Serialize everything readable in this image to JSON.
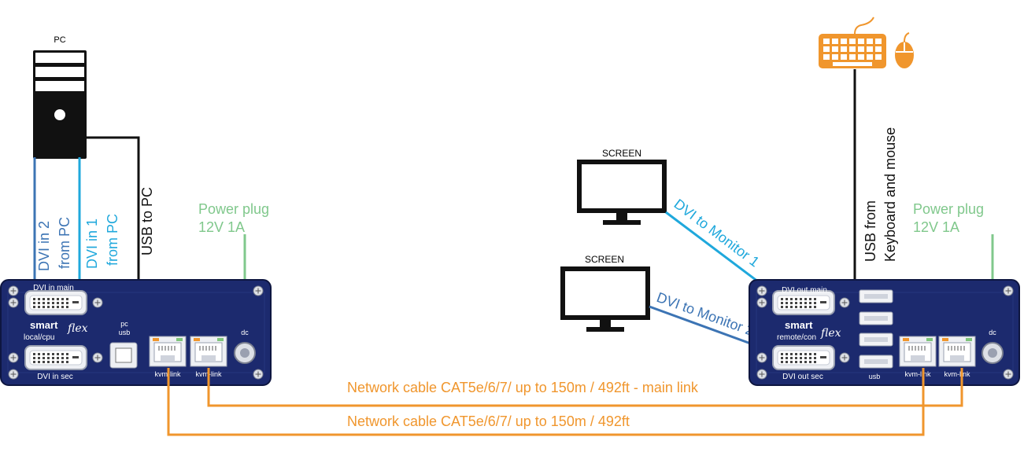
{
  "pc": {
    "label": "PC"
  },
  "screens": {
    "screen1_label": "SCREEN",
    "screen2_label": "SCREEN"
  },
  "cables": {
    "dvi_in2_line1": "DVI in 2",
    "dvi_in2_line2": "from PC",
    "dvi_in1_line1": "DVI in 1",
    "dvi_in1_line2": "from PC",
    "usb_to_pc": "USB to PC",
    "power_left_line1": "Power plug",
    "power_left_line2": "12V 1A",
    "power_right_line1": "Power plug",
    "power_right_line2": "12V 1A",
    "dvi_monitor1": "DVI to Monitor 1",
    "dvi_monitor2": "DVI to Monitor 2",
    "usb_kbd_line1": "USB from",
    "usb_kbd_line2": "Keyboard and mouse",
    "network_main": "Network cable CAT5e/6/7/ up to 150m / 492ft - main link",
    "network_second": "Network cable CAT5e/6/7/ up to 150m / 492ft"
  },
  "local_unit": {
    "dvi_main": "DVI in main",
    "dvi_sec": "DVI in sec",
    "brand": "smart",
    "brand_script": "flex",
    "subtitle": "local/cpu",
    "pc_usb_line1": "pc",
    "pc_usb_line2": "usb",
    "kvm_link1": "kvm-link",
    "kvm_link2": "kvm-link",
    "dc": "dc"
  },
  "remote_unit": {
    "dvi_main": "DVI out main",
    "dvi_sec": "DVI out sec",
    "brand": "smart",
    "brand_script": "flex",
    "subtitle": "remote/con",
    "usb": "usb",
    "kvm_link1": "kvm-link",
    "kvm_link2": "kvm-link",
    "dc": "dc"
  },
  "colors": {
    "orange": "#f0962d",
    "dvi1_cyan": "#1fa8dc",
    "dvi2_blue": "#3c74b4",
    "power_green": "#80c88c",
    "device_navy": "#1c2a6e",
    "black": "#111111"
  },
  "icons": [
    "keyboard-icon",
    "mouse-icon",
    "pc-tower-icon",
    "monitor-icon"
  ]
}
